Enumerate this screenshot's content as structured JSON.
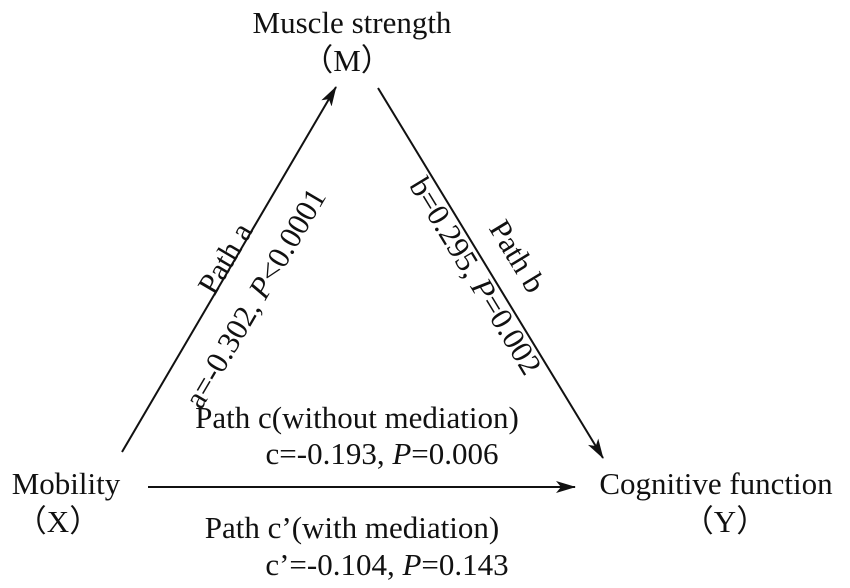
{
  "nodes": {
    "m": {
      "name": "Muscle strength",
      "symbol": "（M）"
    },
    "x": {
      "name": "Mobility",
      "symbol": "（X）"
    },
    "y": {
      "name": "Cognitive function",
      "symbol": "（Y）"
    }
  },
  "paths": {
    "a": {
      "label": "Path a",
      "coef": "a=-0.302,",
      "p_symbol": "P",
      "p_value": "<0.0001"
    },
    "b": {
      "label": "Path b",
      "coef": "b=0.295,",
      "p_symbol": "P",
      "p_value": "=0.002"
    },
    "c": {
      "label": "Path c(without mediation)",
      "coef": "c=-0.193,",
      "p_symbol": "P",
      "p_value": "=0.006"
    },
    "c_prime": {
      "label": "Path c’(with mediation)",
      "coef": "c’=-0.104,",
      "p_symbol": "P",
      "p_value": "=0.143"
    }
  },
  "colors": {
    "ink": "#111111",
    "background": "#ffffff"
  }
}
